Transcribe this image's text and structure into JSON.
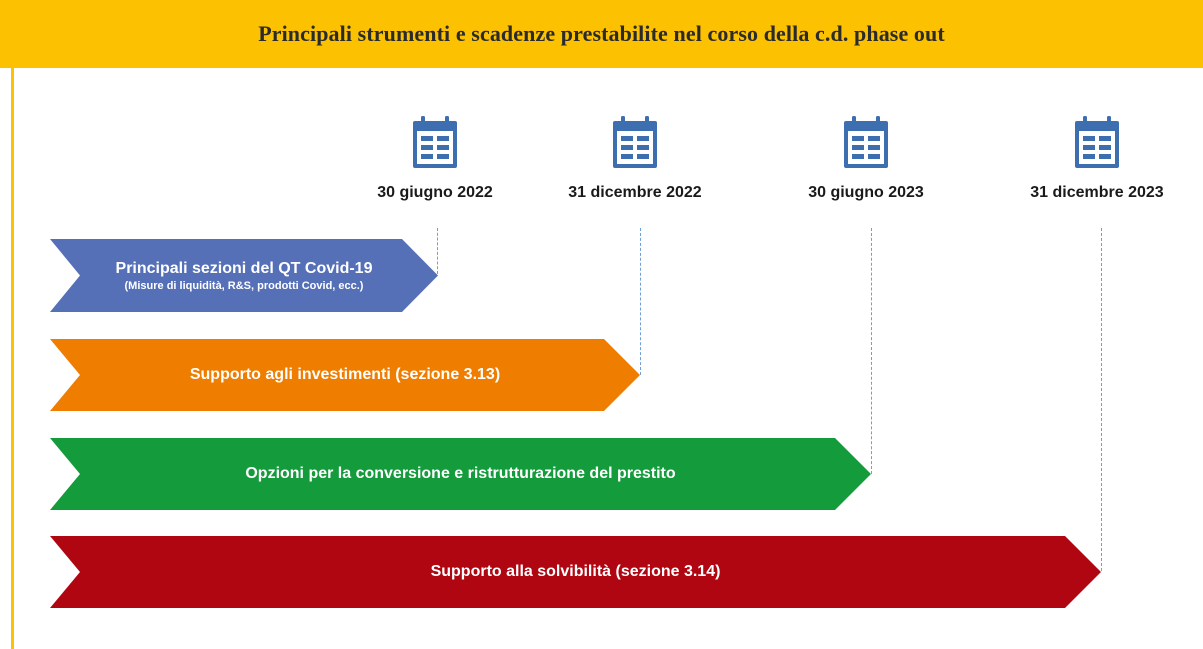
{
  "header": {
    "title": "Principali strumenti e scadenze prestabilite nel corso della c.d. phase out"
  },
  "milestones": [
    {
      "label": "30 giugno 2022",
      "icon": "calendar-icon"
    },
    {
      "label": "31 dicembre 2022",
      "icon": "calendar-icon"
    },
    {
      "label": "30 giugno 2023",
      "icon": "calendar-icon"
    },
    {
      "label": "31 dicembre 2023",
      "icon": "calendar-icon"
    }
  ],
  "arrows": [
    {
      "label": "Principali sezioni del QT Covid-19",
      "sublabel": "(Misure di liquidità, R&S, prodotti Covid, ecc.)",
      "color": "#5670b8",
      "ends_at": "30 giugno 2022"
    },
    {
      "label": "Supporto agli investimenti (sezione 3.13)",
      "color": "#ee7d00",
      "ends_at": "31 dicembre 2022"
    },
    {
      "label": "Opzioni per la conversione e ristrutturazione del prestito",
      "color": "#149b3c",
      "ends_at": "30 giugno 2023"
    },
    {
      "label": "Supporto alla solvibilità (sezione 3.14)",
      "color": "#b00612",
      "ends_at": "31 dicembre 2023"
    }
  ],
  "colors": {
    "header_bg": "#fcc100",
    "calendar_icon": "#3d6fb0",
    "deadline_line": "#6f9fd6"
  }
}
